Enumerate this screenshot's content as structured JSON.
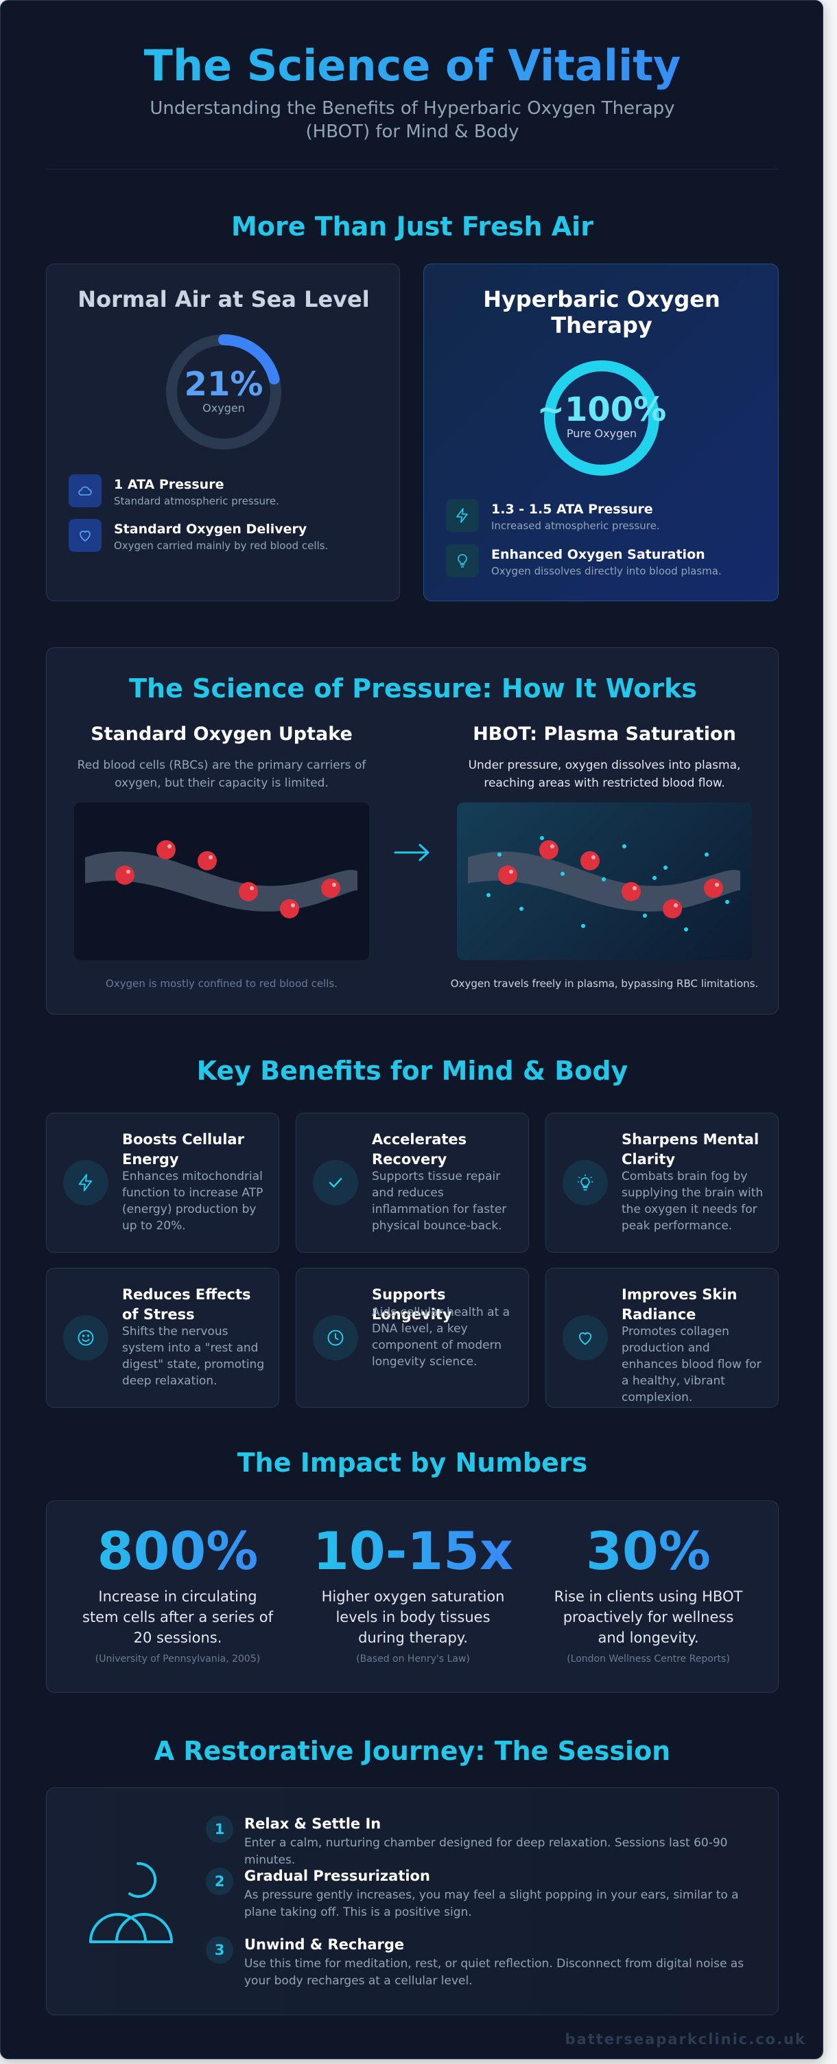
{
  "header": {
    "title": "The Science of Vitality",
    "subtitle": "Understanding the Benefits of Hyperbaric Oxygen Therapy (HBOT) for Mind & Body"
  },
  "comparison": {
    "heading": "More Than Just Fresh Air",
    "normal": {
      "title": "Normal Air at Sea Level",
      "percent": "21%",
      "percent_fraction": 0.21,
      "percent_label": "Oxygen",
      "features": [
        {
          "icon": "cloud-icon",
          "name": "1 ATA Pressure",
          "desc": "Standard atmospheric pressure."
        },
        {
          "icon": "heart-icon",
          "name": "Standard Oxygen Delivery",
          "desc": "Oxygen carried mainly by red blood cells."
        }
      ]
    },
    "hbot": {
      "title": "Hyperbaric Oxygen Therapy",
      "percent": "~100%",
      "percent_fraction": 1.0,
      "percent_label": "Pure Oxygen",
      "features": [
        {
          "icon": "lightning-icon",
          "name": "1.3 - 1.5 ATA Pressure",
          "desc": "Increased atmospheric pressure."
        },
        {
          "icon": "lightbulb-icon",
          "name": "Enhanced Oxygen Saturation",
          "desc": "Oxygen dissolves directly into blood plasma."
        }
      ]
    }
  },
  "pressure": {
    "heading": "The Science of Pressure: How It Works",
    "standard": {
      "title": "Standard Oxygen Uptake",
      "desc": "Red blood cells (RBCs) are the primary carriers of oxygen, but their capacity is limited.",
      "caption": "Oxygen is mostly confined to red blood cells."
    },
    "hbot": {
      "title": "HBOT: Plasma Saturation",
      "desc": "Under pressure, oxygen dissolves into plasma, reaching areas with restricted blood flow.",
      "caption": "Oxygen travels freely in plasma, bypassing RBC limitations."
    }
  },
  "benefits": {
    "heading": "Key Benefits for Mind & Body",
    "items": [
      {
        "icon": "lightning-icon",
        "title": "Boosts Cellular Energy",
        "desc": "Enhances mitochondrial function to increase ATP (energy) production by up to 20%."
      },
      {
        "icon": "checkmark-icon",
        "title": "Accelerates Recovery",
        "desc": "Supports tissue repair and reduces inflammation for faster physical bounce-back."
      },
      {
        "icon": "lightbulb-icon",
        "title": "Sharpens Mental Clarity",
        "desc": "Combats brain fog by supplying the brain with the oxygen it needs for peak performance."
      },
      {
        "icon": "smiley-icon",
        "title": "Reduces Effects of Stress",
        "desc": "Shifts the nervous system into a \"rest and digest\" state, promoting deep relaxation."
      },
      {
        "icon": "clock-icon",
        "title": "Supports Longevity",
        "desc": "Aids cellular health at a DNA level, a key component of modern longevity science."
      },
      {
        "icon": "heart-icon",
        "title": "Improves Skin Radiance",
        "desc": "Promotes collagen production and enhances blood flow for a healthy, vibrant complexion."
      }
    ]
  },
  "impact": {
    "heading": "The Impact by Numbers",
    "stats": [
      {
        "value": "800%",
        "label": "Increase in circulating stem cells after a series of 20 sessions.",
        "source": "(University of Pennsylvania, 2005)"
      },
      {
        "value": "10-15x",
        "label": "Higher oxygen saturation levels in body tissues during therapy.",
        "source": "(Based on Henry's Law)"
      },
      {
        "value": "30%",
        "label": "Rise in clients using HBOT proactively for wellness and longevity.",
        "source": "(London Wellness Centre Reports)"
      }
    ]
  },
  "journey": {
    "heading": "A Restorative Journey: The Session",
    "steps": [
      {
        "num": "1",
        "title": "Relax & Settle In",
        "desc": "Enter a calm, nurturing chamber designed for deep relaxation. Sessions last 60-90 minutes."
      },
      {
        "num": "2",
        "title": "Gradual Pressurization",
        "desc": "As pressure gently increases, you may feel a slight popping in your ears, similar to a plane taking off. This is a positive sign."
      },
      {
        "num": "3",
        "title": "Unwind & Recharge",
        "desc": "Use this time for meditation, rest, or quiet reflection. Disconnect from digital noise as your body recharges at a cellular level."
      }
    ]
  },
  "footer": {
    "site": "batterseaparkclinic.co.uk"
  },
  "colors": {
    "accent": "#22c7ea",
    "blue": "#3b82f6",
    "rbc": "#e0323e",
    "background": "#0e1628"
  }
}
